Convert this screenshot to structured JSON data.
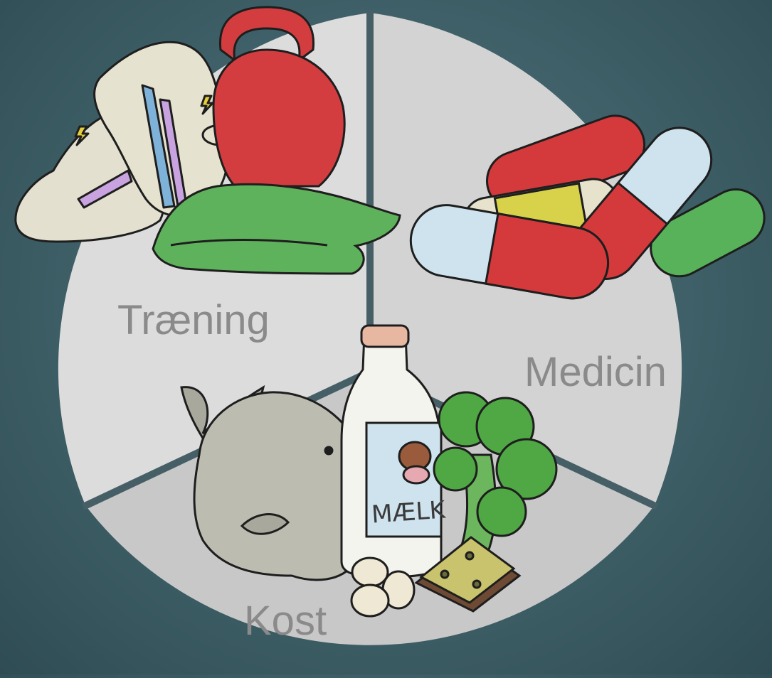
{
  "diagram": {
    "segments": [
      {
        "id": "traening",
        "label": "Træning",
        "color": "#dcdcdc"
      },
      {
        "id": "medicin",
        "label": "Medicin",
        "color": "#d3d3d4"
      },
      {
        "id": "kost",
        "label": "Kost",
        "color": "#c9c9ca"
      }
    ],
    "milk_label": "MÆLK",
    "colors": {
      "background": "#466870",
      "divider": "#465f66",
      "kettlebell": "#d43d3f",
      "towel": "#5fb25c",
      "capsule_red": "#d43a3b",
      "capsule_blue": "#cfe3ee",
      "capsule_yellow": "#d7d24a",
      "capsule_green": "#58b25a",
      "broccoli": "#4fa844",
      "fish": "#b8b8ad"
    }
  }
}
